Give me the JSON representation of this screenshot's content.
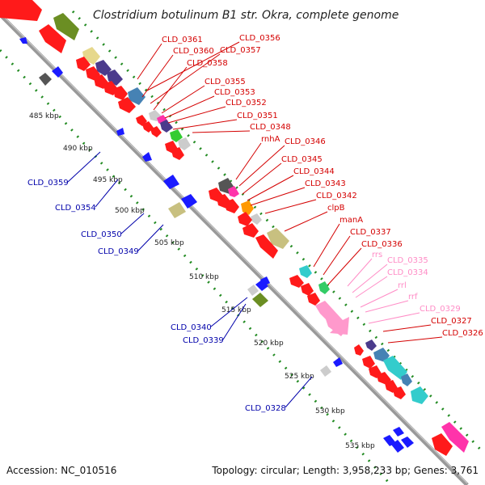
{
  "title": "Clostridium botulinum B1 str. Okra, complete genome",
  "footer": {
    "accession": "Accession: NC_010516",
    "summary": "Topology: circular; Length: 3,958,233 bp; Genes: 3,761"
  },
  "ticks": [
    "485 kbp",
    "490 kbp",
    "495 kbp",
    "500 kbp",
    "505 kbp",
    "510 kbp",
    "515 kbp",
    "520 kbp",
    "525 kbp",
    "530 kbp",
    "535 kbp"
  ],
  "colors": {
    "forward_cds": "#ff1a1a",
    "reverse_cds": "#1a1aff",
    "rrna": "#ff99cc",
    "backbone": "#999999",
    "ring_dots": "#228b22"
  },
  "labels": {
    "right": [
      {
        "text": "CLD_0361",
        "color": "#d40000"
      },
      {
        "text": "CLD_0356",
        "color": "#d40000"
      },
      {
        "text": "CLD_0360",
        "color": "#d40000"
      },
      {
        "text": "CLD_0357",
        "color": "#d40000"
      },
      {
        "text": "CLD_0358",
        "color": "#d40000"
      },
      {
        "text": "CLD_0355",
        "color": "#d40000"
      },
      {
        "text": "CLD_0353",
        "color": "#d40000"
      },
      {
        "text": "CLD_0352",
        "color": "#d40000"
      },
      {
        "text": "CLD_0351",
        "color": "#d40000"
      },
      {
        "text": "CLD_0348",
        "color": "#d40000"
      },
      {
        "text": "rnhA",
        "color": "#d40000"
      },
      {
        "text": "CLD_0346",
        "color": "#d40000"
      },
      {
        "text": "CLD_0345",
        "color": "#d40000"
      },
      {
        "text": "CLD_0344",
        "color": "#d40000"
      },
      {
        "text": "CLD_0343",
        "color": "#d40000"
      },
      {
        "text": "CLD_0342",
        "color": "#d40000"
      },
      {
        "text": "clpB",
        "color": "#d40000"
      },
      {
        "text": "manA",
        "color": "#d40000"
      },
      {
        "text": "CLD_0337",
        "color": "#d40000"
      },
      {
        "text": "CLD_0336",
        "color": "#d40000"
      },
      {
        "text": "rrs",
        "color": "#ff8cc6"
      },
      {
        "text": "CLD_0335",
        "color": "#ff8cc6"
      },
      {
        "text": "CLD_0334",
        "color": "#ff8cc6"
      },
      {
        "text": "rrl",
        "color": "#ff8cc6"
      },
      {
        "text": "rrf",
        "color": "#ff8cc6"
      },
      {
        "text": "CLD_0329",
        "color": "#ff8cc6"
      },
      {
        "text": "CLD_0327",
        "color": "#d40000"
      },
      {
        "text": "CLD_0326",
        "color": "#d40000"
      }
    ],
    "left": [
      {
        "text": "CLD_0359",
        "color": "#0000aa"
      },
      {
        "text": "CLD_0354",
        "color": "#0000aa"
      },
      {
        "text": "CLD_0350",
        "color": "#0000aa"
      },
      {
        "text": "CLD_0349",
        "color": "#0000aa"
      },
      {
        "text": "CLD_0340",
        "color": "#0000aa"
      },
      {
        "text": "CLD_0339",
        "color": "#0000aa"
      },
      {
        "text": "CLD_0328",
        "color": "#0000aa"
      }
    ]
  }
}
